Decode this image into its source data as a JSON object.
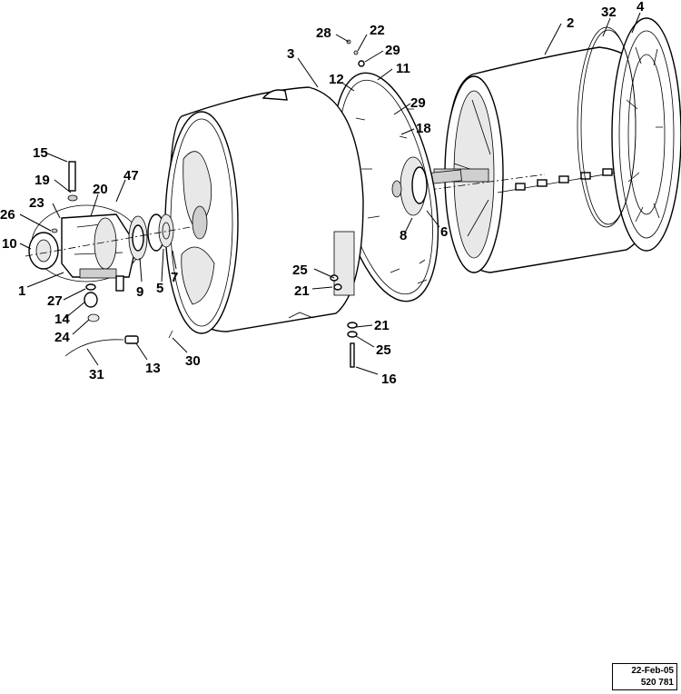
{
  "callouts": {
    "c1": "1",
    "c2": "2",
    "c3": "3",
    "c4": "4",
    "c5": "5",
    "c6": "6",
    "c7": "7",
    "c8": "8",
    "c9": "9",
    "c10": "10",
    "c11": "11",
    "c12": "12",
    "c13": "13",
    "c14": "14",
    "c15": "15",
    "c16": "16",
    "c18": "18",
    "c19": "19",
    "c20": "20",
    "c21a": "21",
    "c21b": "21",
    "c22": "22",
    "c23": "23",
    "c24": "24",
    "c25a": "25",
    "c25b": "25",
    "c26": "26",
    "c27": "27",
    "c28": "28",
    "c29a": "29",
    "c29b": "29",
    "c30": "30",
    "c31": "31",
    "c32": "32",
    "c47": "47"
  },
  "stamp": {
    "date": "22-Feb-05",
    "ref": "520 781"
  }
}
